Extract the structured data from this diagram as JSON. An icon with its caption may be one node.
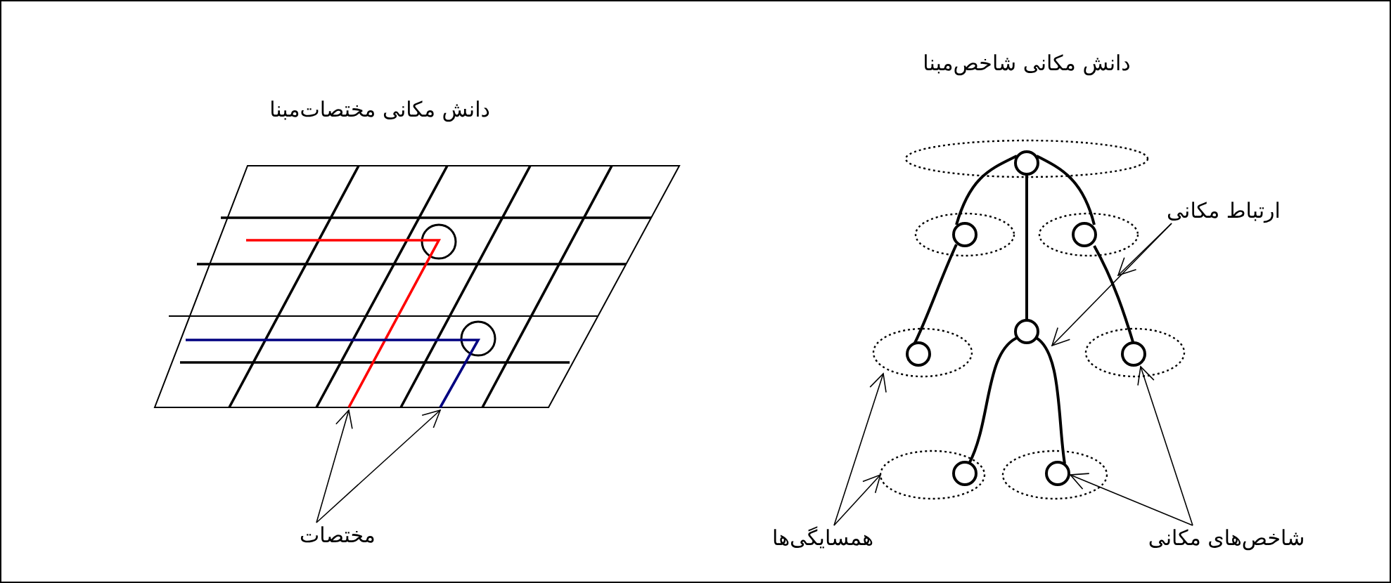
{
  "diagram": {
    "nodes": [
      {
        "text": [
          "مختصات"
        ]
      },
      {
        "text": [],
        "shape": "line"
      },
      {
        "text": [],
        "shape": "line"
      },
      {
        "text": [
          "ارتباط مکانی"
        ]
      },
      {
        "text": [],
        "shape": "line"
      },
      {
        "text": [],
        "shape": "line"
      },
      {
        "text": [
          "همسایگی‌ها"
        ]
      },
      {
        "text": [],
        "shape": "ellipse"
      },
      {
        "text": [],
        "shape": "ellipse"
      },
      {
        "text": [
          "شاخص‌های مکانی"
        ]
      },
      {
        "text": [],
        "shape": "circle"
      },
      {
        "text": [],
        "shape": "circle"
      }
    ],
    "edges": [
      {
        "from": 0,
        "to": 1,
        "arrow": "to"
      },
      {
        "from": 0,
        "to": 2,
        "arrow": "to"
      },
      {
        "from": 3,
        "to": 4,
        "arrow": "to"
      },
      {
        "from": 3,
        "to": 5,
        "arrow": "to"
      },
      {
        "from": 6,
        "to": 7,
        "arrow": "to"
      },
      {
        "from": 6,
        "to": 8,
        "arrow": "to"
      },
      {
        "from": 9,
        "to": 10,
        "arrow": "to"
      },
      {
        "from": 9,
        "to": 11,
        "arrow": "to"
      }
    ],
    "labels": [
      "دانش مکانی مختصات‌مبنا",
      "دانش مکانی شاخص‌مبنا"
    ]
  }
}
